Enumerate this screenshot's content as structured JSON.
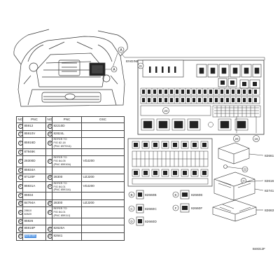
{
  "callouts": {
    "a_top": "A",
    "a_bottom": "A",
    "block_title": "ENGINE ROOM RELAY BLOCK",
    "d": "D",
    "c": "C",
    "b": "B",
    "e": "E",
    "f": "F"
  },
  "table": {
    "headers": [
      "NO.",
      "PNC",
      "NO.",
      "PNC",
      "OSC"
    ],
    "rows": [
      {
        "no1": "1",
        "pnc1": "85912",
        "no2": "14",
        "pnc2": "82210D",
        "osc": ""
      },
      {
        "no1": "2",
        "pnc1": "85910V",
        "no2": "15",
        "pnc2": "82824L",
        "osc": ""
      },
      {
        "no1": "3",
        "pnc1": "85916D",
        "no2": "16",
        "pnc2": "REFER TO\nFIG 82-18\n(PNC 8979XA)",
        "osc": ""
      },
      {
        "no1": "4",
        "pnc1": "87946K",
        "no2": "",
        "pnc2": "",
        "osc": ""
      },
      {
        "no1": "5",
        "pnc1": "28300D",
        "no2": "17",
        "pnc2": "REFER TO\nFIG 84-05\n(PNC 85910A)",
        "osc": "VDJ200"
      },
      {
        "no1": "6",
        "pnc1": "85934A",
        "no2": "",
        "pnc2": "",
        "osc": ""
      },
      {
        "no1": "7",
        "pnc1": "87120F",
        "no2": "18",
        "pnc2": "28300",
        "osc": "UZJ200"
      },
      {
        "no1": "8",
        "pnc1": "85931A",
        "no2": "19",
        "pnc2": "REFER TO\nFIG 84-01\n(PNC 85911A)",
        "osc": "VDJ200"
      },
      {
        "no1": "9",
        "pnc1": "85934",
        "no2": "",
        "pnc2": "",
        "osc": ""
      },
      {
        "no1": "10",
        "pnc1": "84794A",
        "no2": "20",
        "pnc2": "28300",
        "osc": "UZJ200"
      },
      {
        "no1": "11",
        "pnc1": "28610\n82620",
        "no2": "21",
        "pnc2": "REFER TO\nFIG 84-01\n(PNC 85911J)",
        "osc": ""
      },
      {
        "no1": "12",
        "pnc1": "85926",
        "no2": "",
        "pnc2": "",
        "osc": ""
      },
      {
        "no1": "13",
        "pnc1": "85916P",
        "no2": "22",
        "pnc2": "82620A",
        "osc": ""
      },
      {
        "no1": "24",
        "pnc1": "82600E",
        "no2": "23",
        "pnc2": "82641",
        "osc": "",
        "highlight": true
      }
    ]
  },
  "fuse_block_labels": {
    "b": "82660B",
    "c": "82660C",
    "d": "82660D",
    "e": "82660E",
    "f": "82660F"
  },
  "component_labels": {
    "p1": "82661",
    "p2": "82616",
    "p3": "82741",
    "p4": "82663"
  },
  "numbers": {
    "n23": "23",
    "n22": "22",
    "n11": "11",
    "n16": "16",
    "n20": "20"
  },
  "figure_code": "B48312F"
}
